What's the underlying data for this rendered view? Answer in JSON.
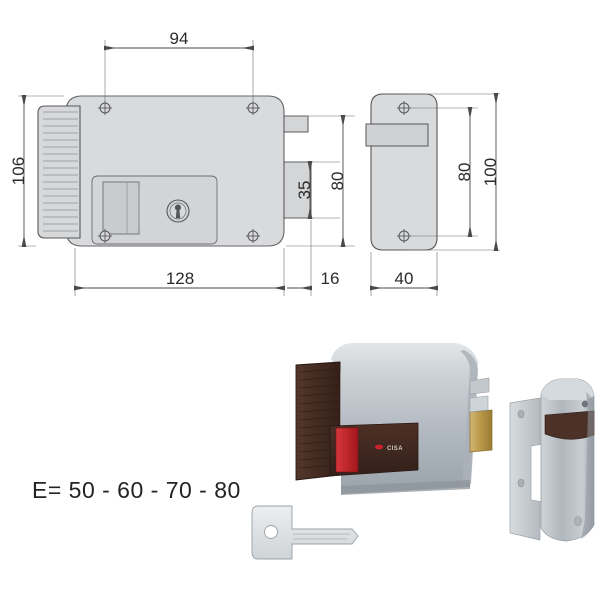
{
  "document": {
    "type": "technical-drawing",
    "subject": "electric rim lock with strike plate and key",
    "background_color": "#ffffff"
  },
  "dimensions": {
    "front_view": {
      "width_overall": "128",
      "width_holes": "94",
      "height_overall": "106",
      "bolt_projection": "16"
    },
    "side_view": {
      "bolt_upper_offset": "80",
      "bolt_lower_offset": "35"
    },
    "strike_plate": {
      "width": "40",
      "hole_spacing": "80",
      "height_overall": "100"
    }
  },
  "labels": {
    "backset_note": "E= 50 - 60 - 70 - 80"
  },
  "branding": {
    "logo_text": "CISA"
  },
  "colors": {
    "line": "#58585a",
    "fill_light": "#d9dadb",
    "fill_mid": "#c5c7c9",
    "dim_line": "#4a4a4a",
    "text": "#2b2b2b",
    "body_metal": "#b9bec4",
    "body_metal_light": "#d3d7da",
    "body_metal_dark": "#8f969d",
    "brown_panel": "#4b3127",
    "brown_panel_dark": "#3a251d",
    "red_button": "#c4202a",
    "brass": "#b99645",
    "brass_light": "#cdb069",
    "key_fill": "#dfe2e4"
  }
}
